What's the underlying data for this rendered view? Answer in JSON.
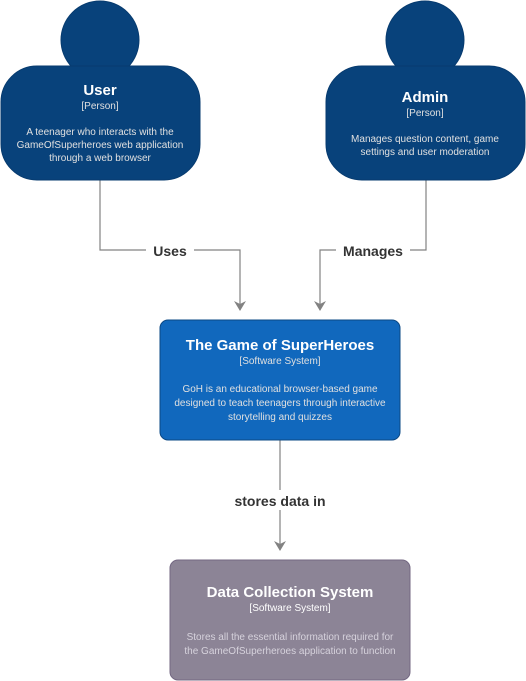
{
  "colors": {
    "person_fill": "#08427b",
    "person_stroke": "#073b6f",
    "system_fill": "#1168bd",
    "system_stroke": "#0b4884",
    "external_fill": "#8c8496",
    "external_stroke": "#736782",
    "text_light": "#ffffff",
    "text_muted": "#e0e0e0",
    "arrow": "#828282",
    "label_text": "#333333"
  },
  "nodes": {
    "user": {
      "title": "User",
      "type": "[Person]",
      "desc": [
        "A teenager who interacts with the",
        "GameOfSuperheroes web application",
        "through a web browser"
      ]
    },
    "admin": {
      "title": "Admin",
      "type": "[Person]",
      "desc": [
        "Manages question content, game",
        "settings and user moderation"
      ]
    },
    "goh": {
      "title": "The Game of SuperHeroes",
      "type": "[Software System]",
      "desc": [
        "GoH is an educational browser-based game",
        "designed to teach teenagers through interactive",
        "storytelling and quizzes"
      ]
    },
    "dcs": {
      "title": "Data Collection System",
      "type": "[Software System]",
      "desc": [
        "Stores all the essential information required for",
        "the GameOfSuperheroes application to function"
      ]
    }
  },
  "edges": {
    "uses": "Uses",
    "manages": "Manages",
    "stores": "stores data in"
  }
}
